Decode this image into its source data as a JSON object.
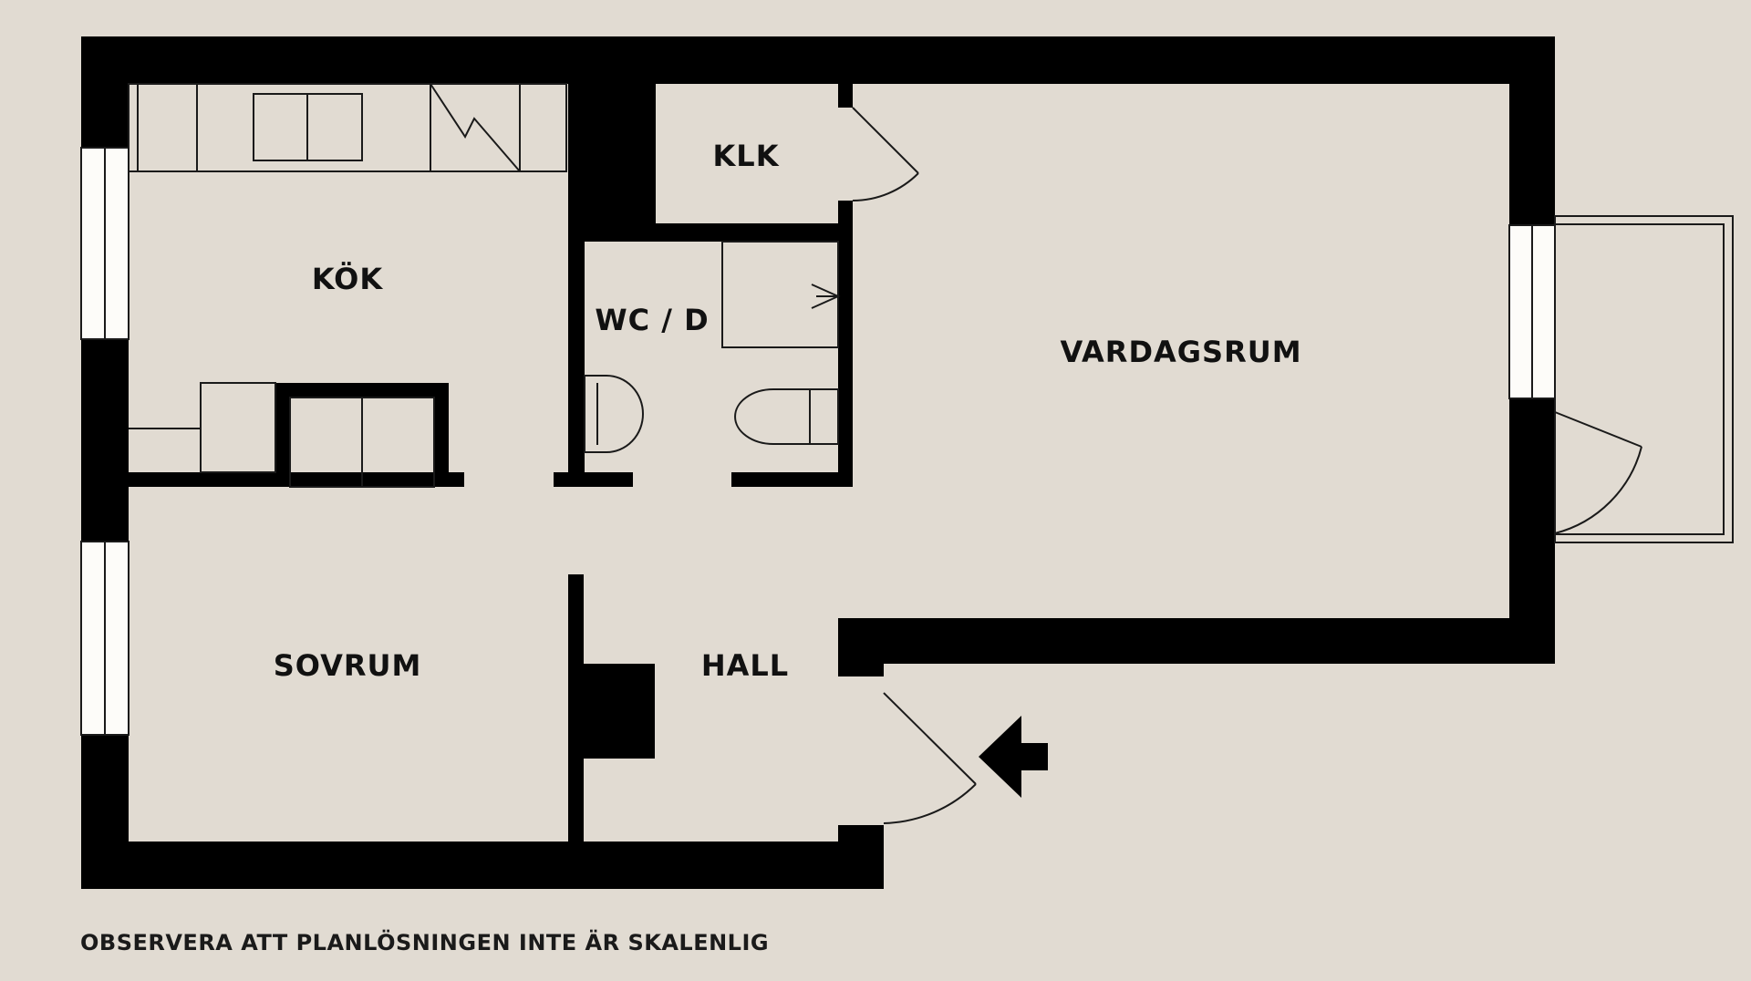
{
  "rooms": {
    "kok": "KÖK",
    "klk": "KLK",
    "wc": "WC / D",
    "vardagsrum": "VARDAGSRUM",
    "sovrum": "SOVRUM",
    "hall": "HALL"
  },
  "note": "OBSERVERA ATT PLANLÖSNINGEN INTE ÄR SKALENLIG",
  "colors": {
    "background": "#e1dbd2",
    "wall": "#000000",
    "line": "#1a1a1a"
  },
  "icons": [
    "entrance-arrow-icon"
  ]
}
